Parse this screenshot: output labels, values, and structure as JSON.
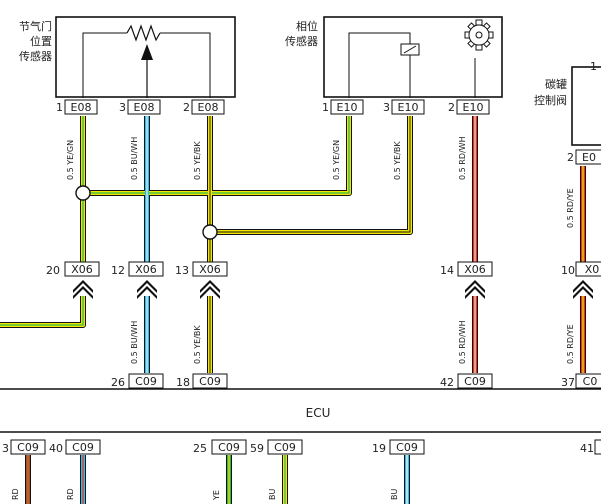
{
  "components": {
    "tps": {
      "label_lines": [
        "节气门",
        "位置",
        "传感器"
      ]
    },
    "cam": {
      "label_lines": [
        "相位",
        "传感器"
      ]
    },
    "canister": {
      "label_lines": [
        "碳罐",
        "控制阀"
      ],
      "pin_top": "1"
    },
    "ecu": {
      "label": "ECU"
    }
  },
  "pins": {
    "e08_1": {
      "num": "1",
      "conn": "E08"
    },
    "e08_3": {
      "num": "3",
      "conn": "E08"
    },
    "e08_2": {
      "num": "2",
      "conn": "E08"
    },
    "e10_1": {
      "num": "1",
      "conn": "E10"
    },
    "e10_3": {
      "num": "3",
      "conn": "E10"
    },
    "e10_2": {
      "num": "2",
      "conn": "E10"
    },
    "canister_2": {
      "num": "2",
      "conn": "E0"
    },
    "x06_20": {
      "num": "20",
      "conn": "X06"
    },
    "x06_12": {
      "num": "12",
      "conn": "X06"
    },
    "x06_13": {
      "num": "13",
      "conn": "X06"
    },
    "x06_14": {
      "num": "14",
      "conn": "X06"
    },
    "x06_10": {
      "num": "10",
      "conn": "X0"
    },
    "c09_26": {
      "num": "26",
      "conn": "C09"
    },
    "c09_18": {
      "num": "18",
      "conn": "C09"
    },
    "c09_42": {
      "num": "42",
      "conn": "C09"
    },
    "c09_37": {
      "num": "37",
      "conn": "C0"
    },
    "c09_3": {
      "num": "3",
      "conn": "C09"
    },
    "c09_40": {
      "num": "40",
      "conn": "C09"
    },
    "c09_25": {
      "num": "25",
      "conn": "C09"
    },
    "c09_59": {
      "num": "59",
      "conn": "C09"
    },
    "c09_19": {
      "num": "19",
      "conn": "C09"
    },
    "c09_41": {
      "num": "41",
      "conn": ""
    }
  },
  "wires": {
    "w_tps1": "0.5 YE/GN",
    "w_tps3": "0.5 BU/WH",
    "w_tps2": "0.5 YE/BK",
    "w_cam1": "0.5 YE/GN",
    "w_cam3": "0.5 YE/BK",
    "w_cam2": "0.5 RD/WH",
    "w_can_top": "0.5 RD/YE",
    "w_bu_low": "0.5 BU/WH",
    "w_yebk_low": "0.5 YE/BK",
    "w_rdwh_low": "0.5 RD/WH",
    "w_rdye_low": "0.5 RD/YE",
    "w_b1": "RD",
    "w_b2": "RD",
    "w_b3": "YE",
    "w_b4": "BU",
    "w_b5": "BU"
  },
  "colors": {
    "yellow": "#f2e600",
    "green": "#2db84b",
    "cyan": "#2bbde8",
    "red": "#e8321e",
    "black": "#111111"
  }
}
